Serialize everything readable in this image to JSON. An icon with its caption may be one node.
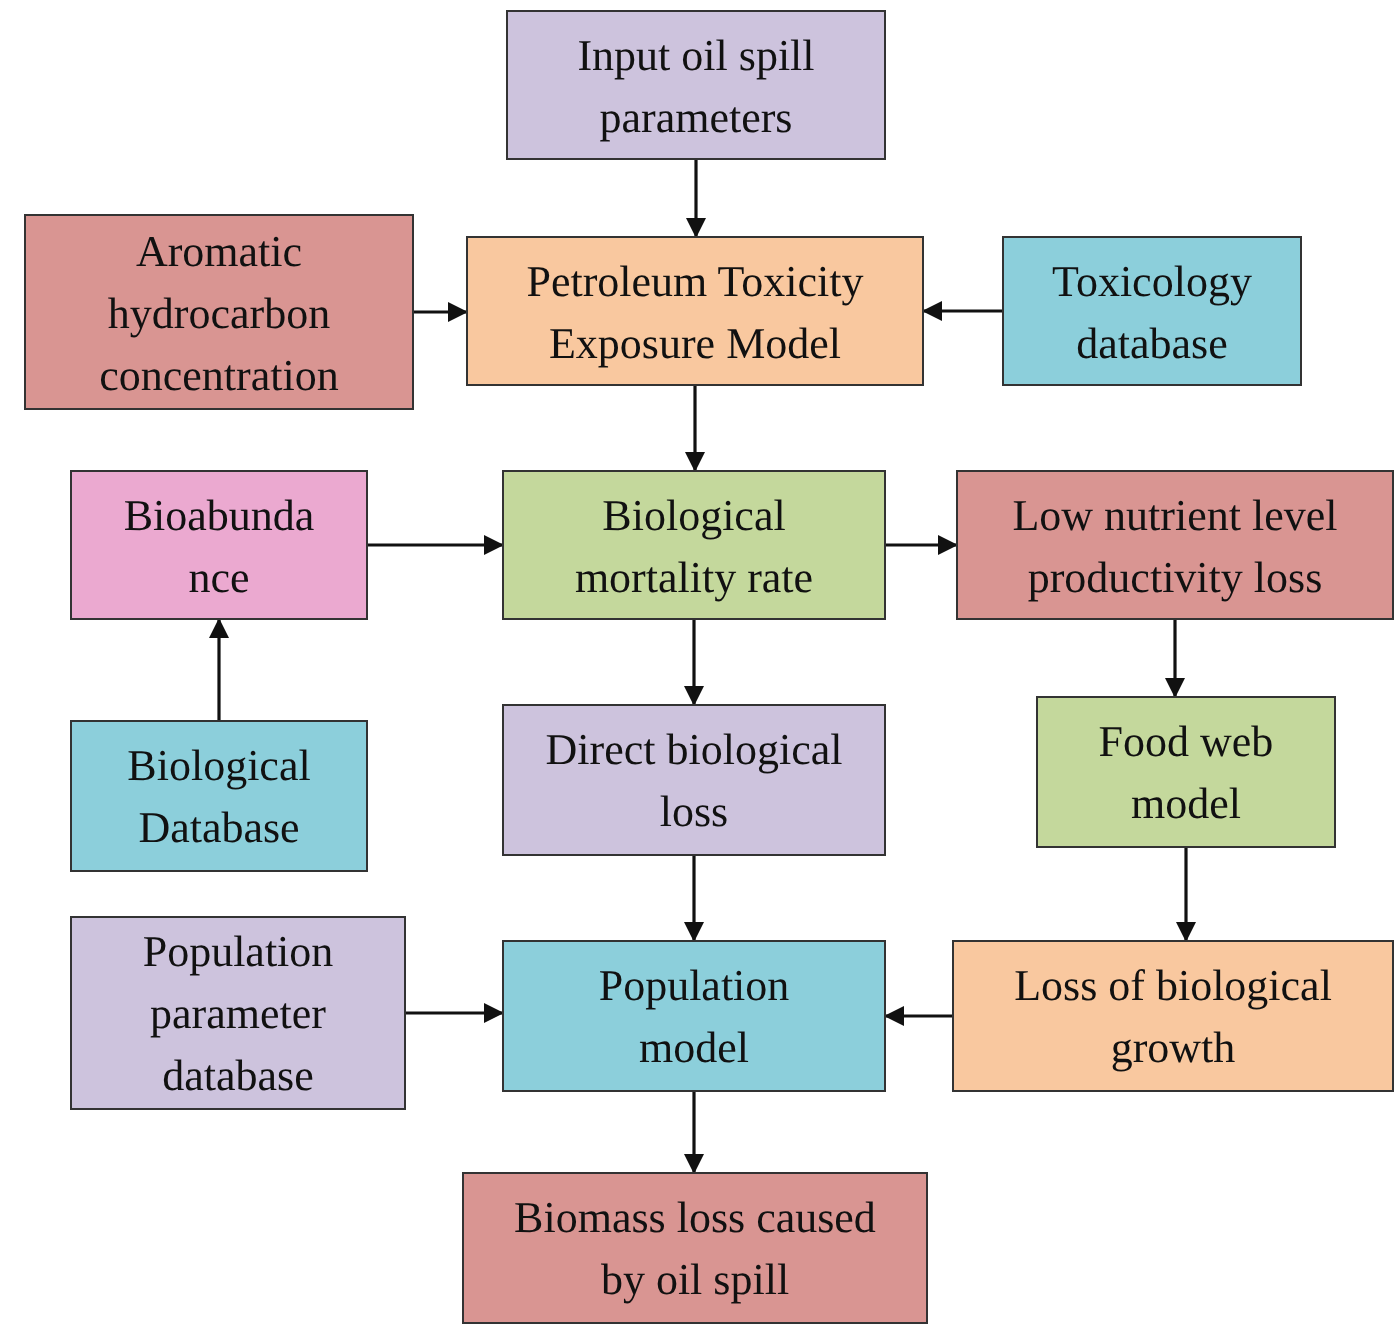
{
  "diagram": {
    "nodes": [
      {
        "text": [
          "Input oil spill parameters"
        ]
      },
      {
        "text": [
          "Aromatic hydrocarbon concentration"
        ]
      },
      {
        "text": [
          "Petroleum Toxicity Exposure Model"
        ]
      },
      {
        "text": [
          "Toxicology database"
        ]
      },
      {
        "text": [
          "Bioabunda nce"
        ]
      },
      {
        "text": [
          "Biological mortality rate"
        ]
      },
      {
        "text": [
          "Low nutrient level productivity loss"
        ]
      },
      {
        "text": [
          "Biological Database"
        ]
      },
      {
        "text": [
          "Direct biological loss"
        ]
      },
      {
        "text": [
          "Food web model"
        ]
      },
      {
        "text": [
          "Population parameter database"
        ]
      },
      {
        "text": [
          "Population model"
        ]
      },
      {
        "text": [
          "Loss of biological growth"
        ]
      },
      {
        "text": [
          "Biomass loss caused by oil spill"
        ]
      }
    ],
    "edges": [
      {
        "from": 0,
        "to": 2,
        "arrow": "to"
      },
      {
        "from": 1,
        "to": 2,
        "arrow": "to"
      },
      {
        "from": 3,
        "to": 2,
        "arrow": "to"
      },
      {
        "from": 2,
        "to": 5,
        "arrow": "to"
      },
      {
        "from": 4,
        "to": 5,
        "arrow": "to"
      },
      {
        "from": 7,
        "to": 4,
        "arrow": "to"
      },
      {
        "from": 5,
        "to": 6,
        "arrow": "to"
      },
      {
        "from": 5,
        "to": 8,
        "arrow": "to"
      },
      {
        "from": 6,
        "to": 9,
        "arrow": "to"
      },
      {
        "from": 8,
        "to": 11,
        "arrow": "to"
      },
      {
        "from": 9,
        "to": 12,
        "arrow": "to"
      },
      {
        "from": 10,
        "to": 11,
        "arrow": "to"
      },
      {
        "from": 12,
        "to": 11,
        "arrow": "to"
      },
      {
        "from": 11,
        "to": 13,
        "arrow": "to"
      }
    ]
  }
}
